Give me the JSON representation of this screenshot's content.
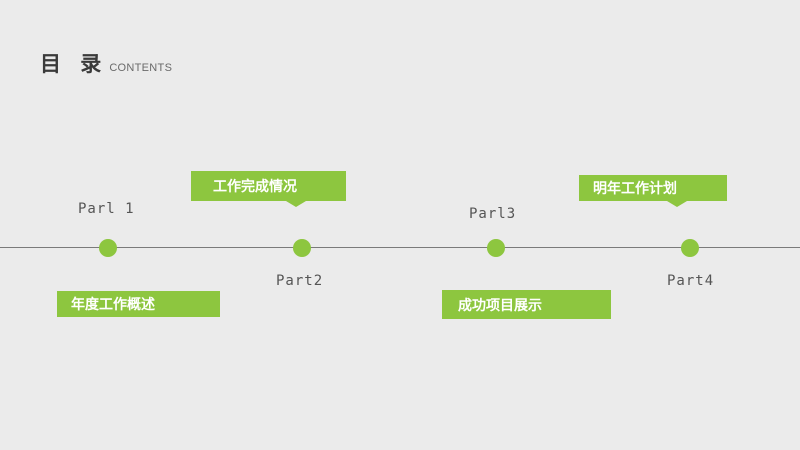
{
  "header": {
    "title": "目 录",
    "subtitle": "CONTENTS"
  },
  "timeline": {
    "accent_color": "#8dc63f",
    "line_color": "#7a7a7a",
    "parts": [
      {
        "label": "Parl 1",
        "topic": "年度工作概述"
      },
      {
        "label": "Part2",
        "topic": "工作完成情况"
      },
      {
        "label": "Parl3",
        "topic": "成功项目展示"
      },
      {
        "label": "Part4",
        "topic": "明年工作计划"
      }
    ]
  }
}
